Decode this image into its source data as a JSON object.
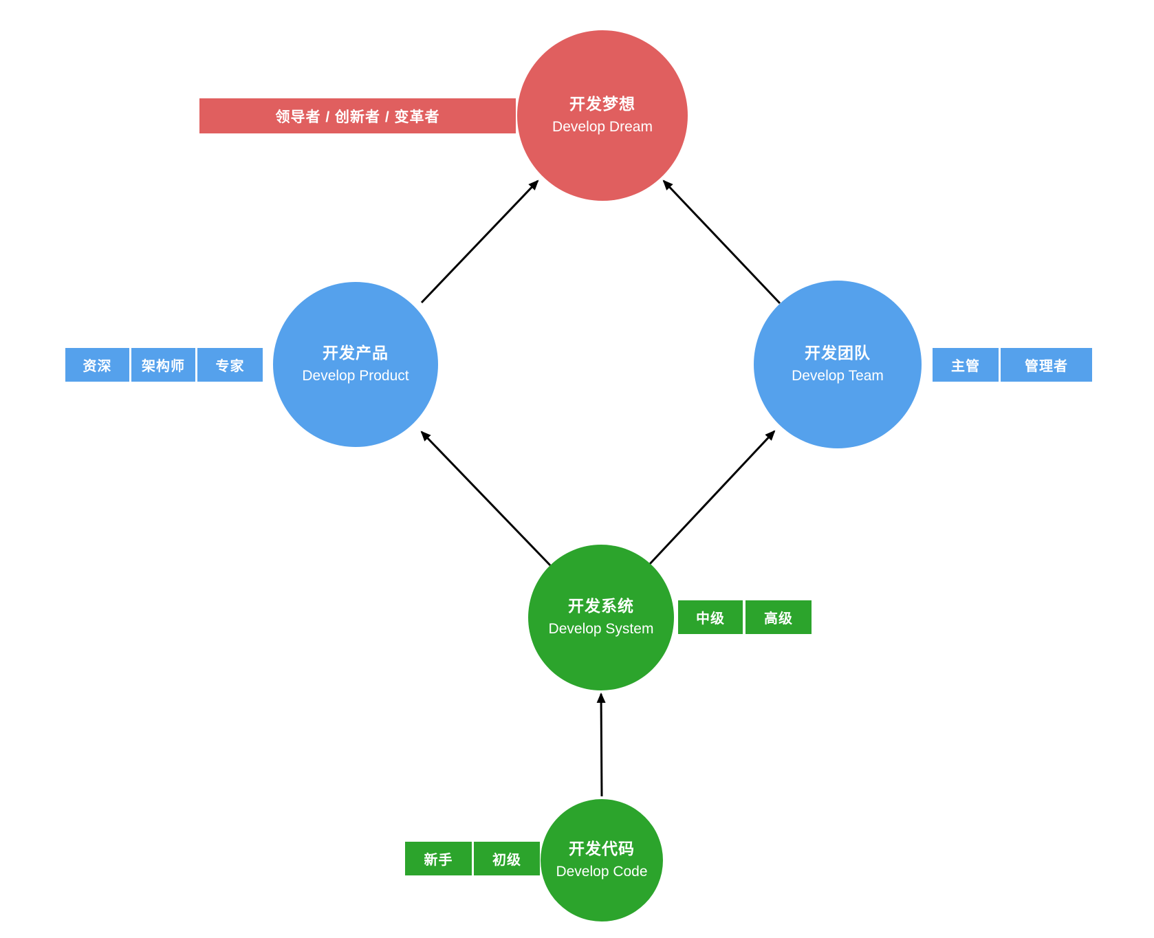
{
  "diagram": {
    "nodes": {
      "dream": {
        "zh": "开发梦想",
        "en": "Develop Dream",
        "color": "#e05f5f"
      },
      "product": {
        "zh": "开发产品",
        "en": "Develop Product",
        "color": "#55a1ec"
      },
      "team": {
        "zh": "开发团队",
        "en": "Develop Team",
        "color": "#55a1ec"
      },
      "system": {
        "zh": "开发系统",
        "en": "Develop System",
        "color": "#2ca42c"
      },
      "code": {
        "zh": "开发代码",
        "en": "Develop Code",
        "color": "#2ca42c"
      }
    },
    "tags": {
      "dream": [
        "领导者 / 创新者 / 变革者"
      ],
      "product": [
        "资深",
        "架构师",
        "专家"
      ],
      "team": [
        "主管",
        "管理者"
      ],
      "system": [
        "中级",
        "高级"
      ],
      "code": [
        "新手",
        "初级"
      ]
    },
    "edges": [
      {
        "from": "code",
        "to": "system"
      },
      {
        "from": "system",
        "to": "product"
      },
      {
        "from": "system",
        "to": "team"
      },
      {
        "from": "product",
        "to": "dream"
      },
      {
        "from": "team",
        "to": "dream"
      }
    ],
    "colors": {
      "dream_level": "#e05f5f",
      "product_team_level": "#55a1ec",
      "system_code_level": "#2ca42c",
      "arrow": "#000000",
      "background": "#ffffff",
      "node_text": "#ffffff"
    }
  }
}
